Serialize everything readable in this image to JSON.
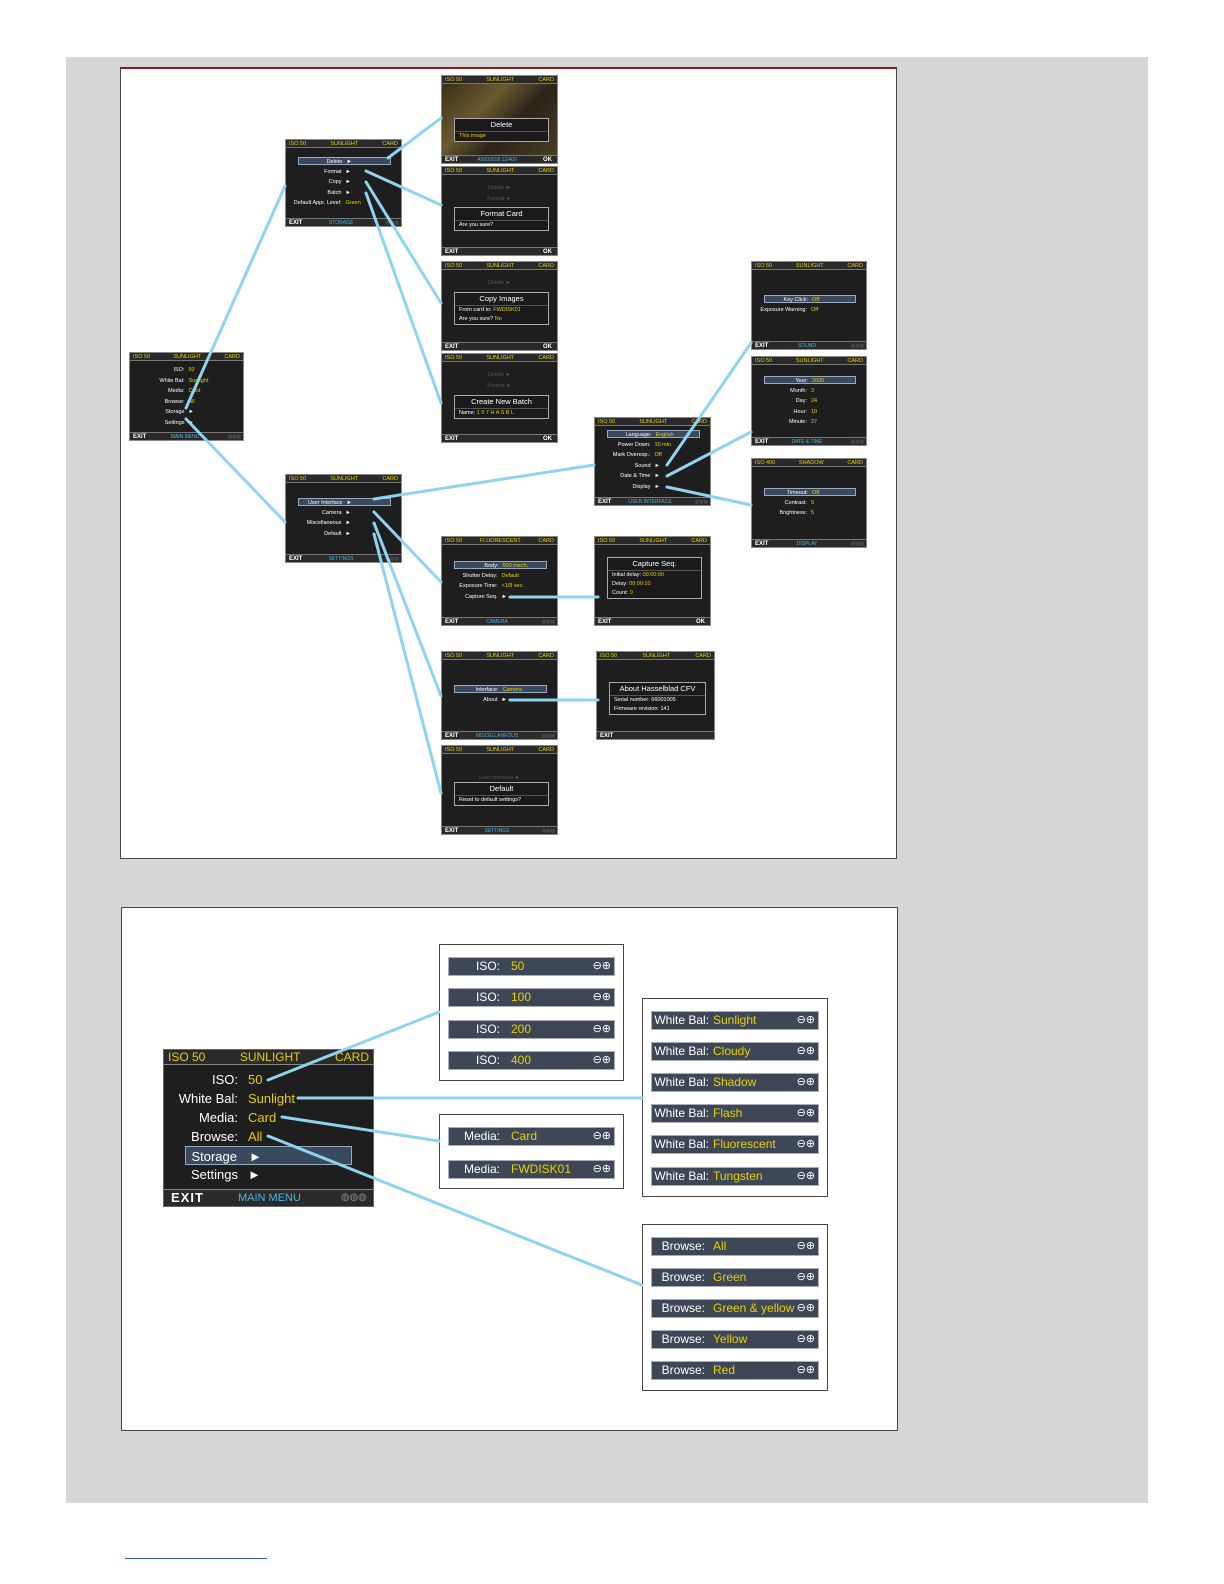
{
  "common": {
    "exit": "EXIT",
    "ok": "OK",
    "pm": "⊖⊕",
    "arrow": "►"
  },
  "main_small": {
    "header": [
      "ISO 50",
      "SUNLIGHT",
      "CARD"
    ],
    "rows": [
      [
        "ISO:",
        "50"
      ],
      [
        "White Bal:",
        "Sunlight"
      ],
      [
        "Media:",
        "Card"
      ],
      [
        "Browse:",
        "All"
      ],
      [
        "Storage",
        "►"
      ],
      [
        "Settings",
        "►"
      ]
    ],
    "footer": "MAIN MENU"
  },
  "storage": {
    "header": [
      "ISO 50",
      "SUNLIGHT",
      "CARD"
    ],
    "rows": [
      [
        "Delete",
        "►"
      ],
      [
        "Format",
        "►"
      ],
      [
        "Copy",
        "►"
      ],
      [
        "Batch",
        "►"
      ],
      [
        "Default Appr. Level:",
        "Green"
      ]
    ],
    "footer": "STORAGE"
  },
  "delete_screen": {
    "header": [
      "ISO 50",
      "SUNLIGHT",
      "CARD"
    ],
    "title": "Delete",
    "value": "This image",
    "footer": "A0000018 12/400"
  },
  "format_screen": {
    "header": [
      "ISO 50",
      "SUNLIGHT",
      "CARD"
    ],
    "dim": [
      "Delete ►",
      "Format ►"
    ],
    "title": "Format Card",
    "line": "Are you sure?"
  },
  "copy_screen": {
    "header": [
      "ISO 50",
      "SUNLIGHT",
      "CARD"
    ],
    "dim": "Delete ►",
    "title": "Copy Images",
    "lines": [
      [
        "From card to:",
        "FWDISK01"
      ],
      [
        "Are you sure?",
        "No"
      ]
    ]
  },
  "batch_screen": {
    "header": [
      "ISO 50",
      "SUNLIGHT",
      "CARD"
    ],
    "dim": [
      "Delete ►",
      "Format ►"
    ],
    "title": "Create New Batch",
    "line": [
      "Name:",
      "1 0 7 H A S B L"
    ]
  },
  "settings": {
    "header": [
      "ISO 50",
      "SUNLIGHT",
      "CARD"
    ],
    "rows": [
      [
        "User Interface",
        "►"
      ],
      [
        "Camera",
        "►"
      ],
      [
        "Miscellaneous",
        "►"
      ],
      [
        "Default",
        "►"
      ]
    ],
    "footer": "SETTINGS"
  },
  "user_interface": {
    "header": [
      "ISO 50",
      "SUNLIGHT",
      "CARD"
    ],
    "rows": [
      [
        "Language:",
        "English"
      ],
      [
        "Power Down:",
        "10 min."
      ],
      [
        "Mark Overexp.:",
        "Off"
      ],
      [
        "Sound",
        "►"
      ],
      [
        "Date & Time",
        "►"
      ],
      [
        "Display",
        "►"
      ]
    ],
    "footer": "USER INTERFACE"
  },
  "sound": {
    "header": [
      "ISO 50",
      "SUNLIGHT",
      "CARD"
    ],
    "rows": [
      [
        "Key Click:",
        "Off"
      ],
      [
        "Exposure Warning:",
        "Off"
      ]
    ],
    "footer": "SOUND"
  },
  "date_time": {
    "header": [
      "ISO 50",
      "SUNLIGHT",
      "CARD"
    ],
    "rows": [
      [
        "Year:",
        "2005"
      ],
      [
        "Month:",
        "3"
      ],
      [
        "Day:",
        "24"
      ],
      [
        "Hour:",
        "10"
      ],
      [
        "Minute:",
        "27"
      ]
    ],
    "footer": "DATE & TIME"
  },
  "display": {
    "header": [
      "ISO 400",
      "SHADOW",
      "CARD"
    ],
    "rows": [
      [
        "Timeout:",
        "Off"
      ],
      [
        "Contrast:",
        "5"
      ],
      [
        "Brightness:",
        "5"
      ]
    ],
    "footer": "DISPLAY"
  },
  "camera": {
    "header": [
      "ISO 50",
      "FLUORESCENT",
      "CARD"
    ],
    "rows": [
      [
        "Body:",
        "500 mech."
      ],
      [
        "Shutter Delay:",
        "Default"
      ],
      [
        "Exposure Time:",
        "<1/8 sec."
      ],
      [
        "Capture Seq.",
        "►"
      ]
    ],
    "footer": "CAMERA"
  },
  "capture_seq": {
    "header": [
      "ISO 50",
      "SUNLIGHT",
      "CARD"
    ],
    "title": "Capture Seq.",
    "lines": [
      [
        "Initial delay:",
        "00:00:00"
      ],
      [
        "Delay:",
        "00:00:10"
      ],
      [
        "Count:",
        "0"
      ]
    ]
  },
  "misc": {
    "header": [
      "ISO 50",
      "SUNLIGHT",
      "CARD"
    ],
    "rows": [
      [
        "Interface:",
        "Camera"
      ],
      [
        "About",
        "►"
      ]
    ],
    "footer": "MISCELLANEOUS"
  },
  "about": {
    "header": [
      "ISO 50",
      "SUNLIGHT",
      "CARD"
    ],
    "title": "About Hasselblad CFV",
    "lines": [
      "Serial number: 66001005",
      "Firmware revision: 141"
    ]
  },
  "default_screen": {
    "header": [
      "ISO 50",
      "SUNLIGHT",
      "CARD"
    ],
    "dim": "User Interface ►",
    "title": "Default",
    "line": "Reset to default settings?",
    "footer": "SETTINGS"
  },
  "main_big": {
    "header": [
      "ISO 50",
      "SUNLIGHT",
      "CARD"
    ],
    "rows": [
      [
        "ISO:",
        "50"
      ],
      [
        "White Bal:",
        "Sunlight"
      ],
      [
        "Media:",
        "Card"
      ],
      [
        "Browse:",
        "All"
      ],
      [
        "Storage",
        "►"
      ],
      [
        "Settings",
        "►"
      ]
    ],
    "footer": "MAIN MENU"
  },
  "iso_options": {
    "label": "ISO:",
    "values": [
      "50",
      "100",
      "200",
      "400"
    ]
  },
  "wb_options": {
    "label": "White Bal:",
    "values": [
      "Sunlight",
      "Cloudy",
      "Shadow",
      "Flash",
      "Fluorescent",
      "Tungsten"
    ]
  },
  "media_options": {
    "label": "Media:",
    "values": [
      "Card",
      "FWDISK01"
    ]
  },
  "browse_options": {
    "label": "Browse:",
    "values": [
      "All",
      "Green",
      "Green & yellow",
      "Yellow",
      "Red"
    ]
  },
  "colors": {
    "accent_yellow": "#e8d000",
    "link_blue": "#8fd3ee",
    "footer_blue": "#4ab4e0"
  }
}
